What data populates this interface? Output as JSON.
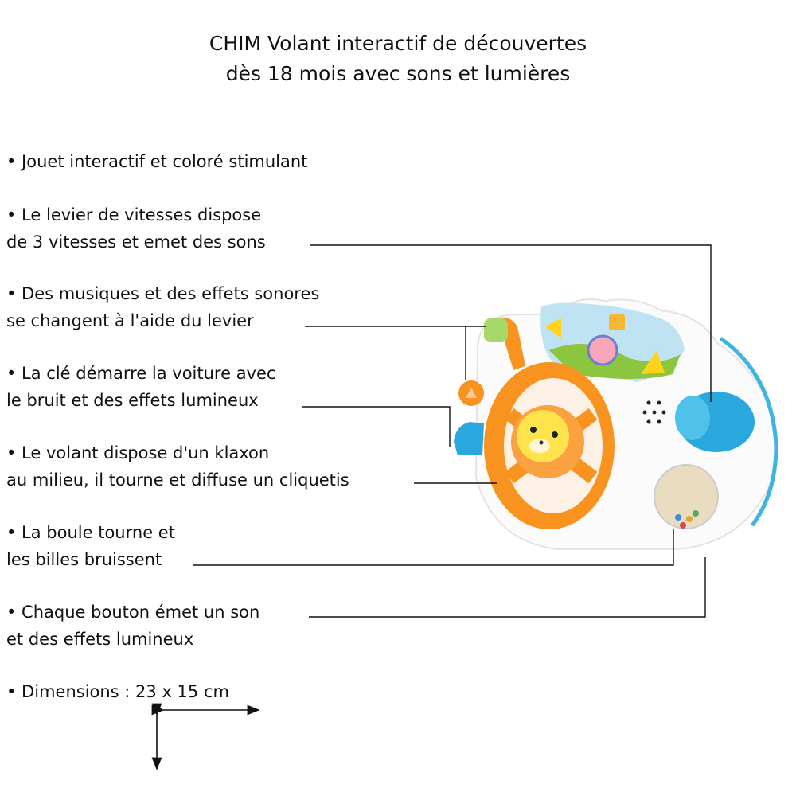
{
  "title": {
    "line1": "CHIM Volant interactif de découvertes",
    "line2": "dès 18 mois avec sons et lumières"
  },
  "features": [
    {
      "line1": "• Jouet interactif et coloré stimulant"
    },
    {
      "line1": "• Le levier de vitesses dispose",
      "line2": "de 3 vitesses et emet des sons"
    },
    {
      "line1": "• Des musiques et des effets sonores",
      "line2": "se changent à l'aide du levier"
    },
    {
      "line1": "•  La clé démarre la voiture avec",
      "line2": "le bruit et des effets lumineux"
    },
    {
      "line1": "• Le volant dispose d'un klaxon",
      "line2": "au milieu, il tourne et diffuse un cliquetis"
    },
    {
      "line1": "• La boule tourne et",
      "line2": "les billes bruissent"
    },
    {
      "line1": "• Chaque bouton émet un son",
      "line2": "et des effets lumineux"
    },
    {
      "line1": "• Dimensions : 23 x 15 cm"
    }
  ],
  "colors": {
    "wheel": "#f7931e",
    "blue": "#2aa7dc",
    "face": "#ffe34d"
  }
}
